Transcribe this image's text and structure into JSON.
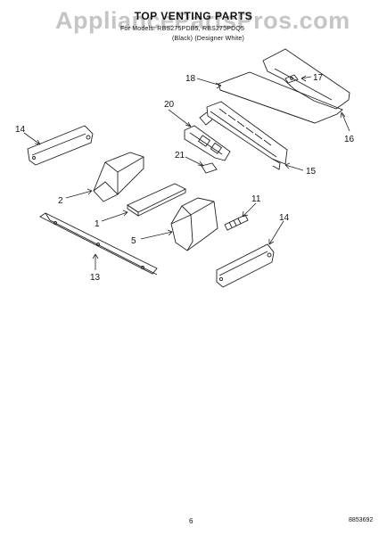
{
  "watermark": "AppliancePartsPros.com",
  "title": "TOP VENTING PARTS",
  "subtitle_models": "For Models: RBS275PDB5, RBS275PDQ5",
  "subtitle_colors": "(Black)  (Designer White)",
  "page_number": "6",
  "doc_code": "8853692",
  "callouts": {
    "c18": "18",
    "c17": "17",
    "c16": "16",
    "c20": "20",
    "c14a": "14",
    "c21": "21",
    "c15": "15",
    "c2": "2",
    "c11": "11",
    "c1": "1",
    "c5": "5",
    "c14b": "14",
    "c13": "13"
  }
}
